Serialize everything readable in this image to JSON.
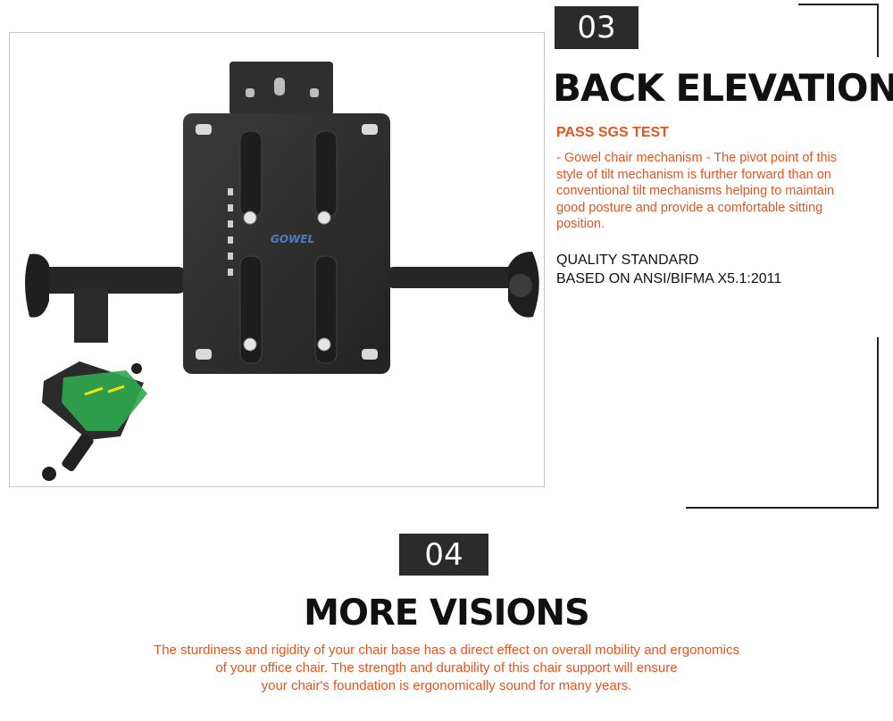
{
  "section3": {
    "number": "03",
    "title": "BACK ELEVATION",
    "subtitle": "PASS SGS TEST",
    "description": "- Gowel chair mechanism  - The pivot point of this style of tilt mechanism is further forward than on conventional tilt mechanisms helping to maintain good posture and provide a comfortable sitting position.",
    "quality_lines": [
      "QUALITY STANDARD",
      "BASED ON ANSI/BIFMA X5.1:2011"
    ]
  },
  "section4": {
    "number": "04",
    "title": "MORE VISIONS",
    "description_lines": [
      "The sturdiness and rigidity of your chair base has a direct effect on overall mobility and ergonomics",
      "of your office chair. The strength and durability of this chair support will ensure",
      "your chair's foundation is ergonomically sound for many years."
    ]
  },
  "photo": {
    "watermark": "GOWEL"
  },
  "colors": {
    "accent": "#e8531f",
    "badge": "#2b2b2b",
    "title": "#111111",
    "plate": "#2e2e2e",
    "highlight": "#2fa84f"
  }
}
